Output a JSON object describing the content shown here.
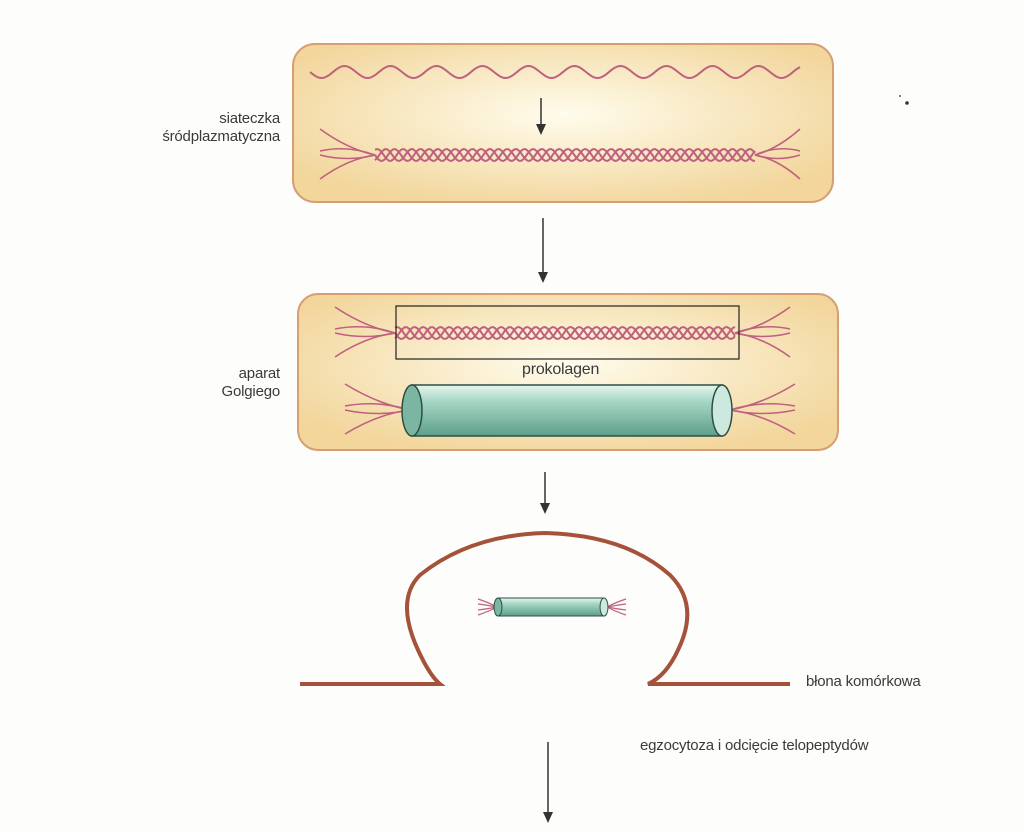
{
  "labels": {
    "er_line1": "siateczka",
    "er_line2": "śródplazmatyczna",
    "golgi_line1": "aparat",
    "golgi_line2": "Golgiego",
    "procollagen": "prokolagen",
    "membrane": "błona komórkowa",
    "exocytosis": "egzocytoza i odcięcie telopeptydów"
  },
  "colors": {
    "compartment_fill_edge": "#f0d7a0",
    "compartment_fill_center": "#fffbe8",
    "compartment_border": "#d9a070",
    "chain": "#c0607f",
    "rod_fill": "#8fc8b4",
    "rod_dark": "#5fa490",
    "membrane": "#a4533a",
    "arrow": "#333333"
  }
}
